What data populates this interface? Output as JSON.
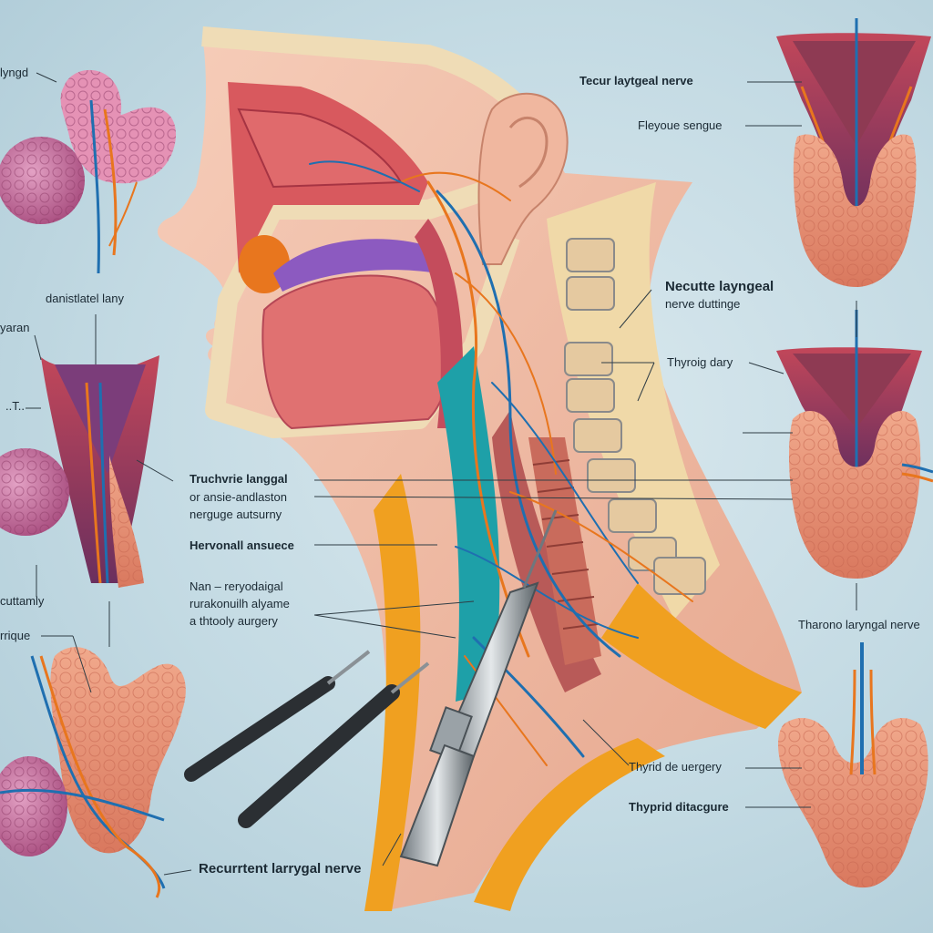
{
  "colors": {
    "background": "#c3dae3",
    "nerve_orange": "#e8761e",
    "nerve_blue": "#1f6fb0",
    "thyroid": "#e9977a",
    "parathyroid": "#c6709d",
    "muscle": "#d8595e",
    "bone": "#efdcb6",
    "skin": "#f2bda7"
  },
  "labels": {
    "top_left_partial": "lyngd",
    "left_mid": "danistlatel lany",
    "left_partial_a": "yaran",
    "left_partial_b": "..T..",
    "left_bottom_a": "cuttamly",
    "left_bottom_b": "rrique",
    "top_right_1": "Tecur laytgeal nerve",
    "top_right_2": "Fleyoue sengue",
    "right_mid_1a": "Necutte layngeal",
    "right_mid_1b": "nerve duttinge",
    "right_mid_2": "Thyroig dary",
    "center_1a": "Truchvrie langgal",
    "center_1b": "or ansie-andlaston",
    "center_1c": "nerguge autsurny",
    "center_2": "Hervonall ansuece",
    "center_3a": "Nan – reryodaigal",
    "center_3b": "rurakonuilh alyame",
    "center_3c": "a thtooly aurgery",
    "right_bottom_1": "Tharono laryngal nerve",
    "right_bottom_2": "Thyrid de uergery",
    "right_bottom_3": "Thyprid ditacgure",
    "bottom_center": "Recurrtent larrygal nerve"
  },
  "icons": [
    "head-cross-section",
    "surgical-instrument",
    "thyroid-gland",
    "parathyroid-gland",
    "larynx",
    "vertebra",
    "nerve"
  ]
}
